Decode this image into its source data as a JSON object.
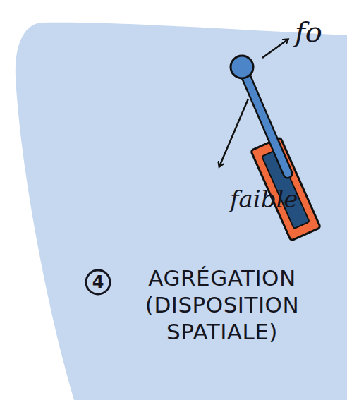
{
  "diagram": {
    "nodes": [
      {
        "text": [
          "AGRÉGATION (DISPOSITION SPATIALE)"
        ]
      },
      {
        "text": [
          "4"
        ],
        "in": 0
      }
    ],
    "labels": [
      "fo",
      "faible"
    ]
  }
}
